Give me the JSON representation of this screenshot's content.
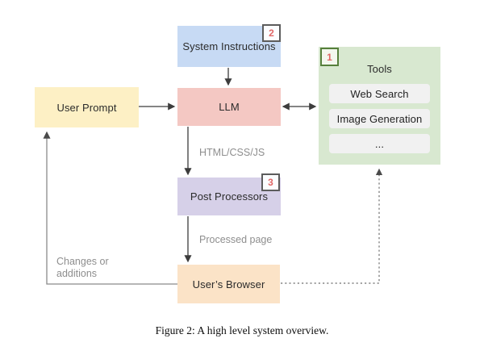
{
  "figure": {
    "caption": "Figure 2: A high level system overview."
  },
  "nodes": {
    "system_instructions": {
      "label": "System Instructions",
      "badge": "2"
    },
    "user_prompt": {
      "label": "User Prompt"
    },
    "llm": {
      "label": "LLM"
    },
    "post_processors": {
      "label": "Post Processors",
      "badge": "3"
    },
    "users_browser": {
      "label": "User’s Browser"
    },
    "tools": {
      "title": "Tools",
      "badge": "1",
      "items": [
        "Web Search",
        "Image Generation",
        "..."
      ]
    }
  },
  "edge_labels": {
    "llm_to_post_processors": "HTML/CSS/JS",
    "post_processors_to_browser": "Processed page",
    "browser_to_prompt_line1": "Changes or",
    "browser_to_prompt_line2": "additions"
  },
  "colors": {
    "system_instructions_fill": "#c7daf4",
    "user_prompt_fill": "#fdf0c5",
    "llm_fill": "#f4c8c3",
    "post_processors_fill": "#d6d0e8",
    "users_browser_fill": "#fbe3c7",
    "tools_fill": "#d8e8d0",
    "tool_item_fill": "#f1f1f1",
    "badge_number": "#e06666",
    "badge_border_dark": "#5c5c5c",
    "badge_border_green": "#567f3b",
    "arrow": "#3c3c3c",
    "loop_line": "#8a8a8a",
    "muted_label": "#8e8e8e"
  }
}
